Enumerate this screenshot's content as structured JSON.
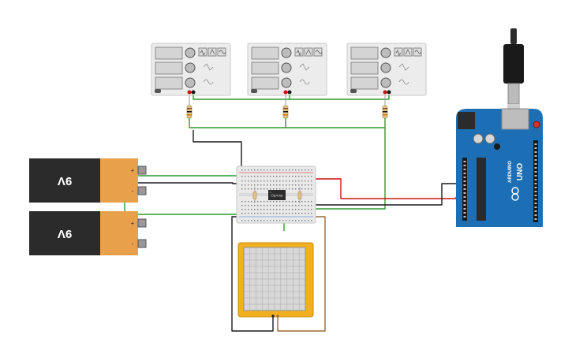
{
  "function_generators": [
    {
      "id": "fg1"
    },
    {
      "id": "fg2"
    },
    {
      "id": "fg3"
    }
  ],
  "batteries": [
    {
      "label": "9V",
      "plus": "+",
      "minus": "-"
    },
    {
      "label": "9V",
      "plus": "+",
      "minus": "-"
    }
  ],
  "breadboard": {
    "chip_label": "OpAmp"
  },
  "arduino": {
    "brand": "ARDUINO",
    "model": "UNO"
  },
  "colors": {
    "wire_green": "#2e9b2e",
    "wire_red": "#cc1111",
    "wire_black": "#1a1a1a",
    "wire_brown": "#9a6a3a",
    "wire_blue": "#2a6fd0",
    "battery_body": "#2b2b2b",
    "battery_cap": "#e8a04a",
    "arduino_blue": "#1c6fb5",
    "oscilloscope_frame": "#f2b01e"
  }
}
